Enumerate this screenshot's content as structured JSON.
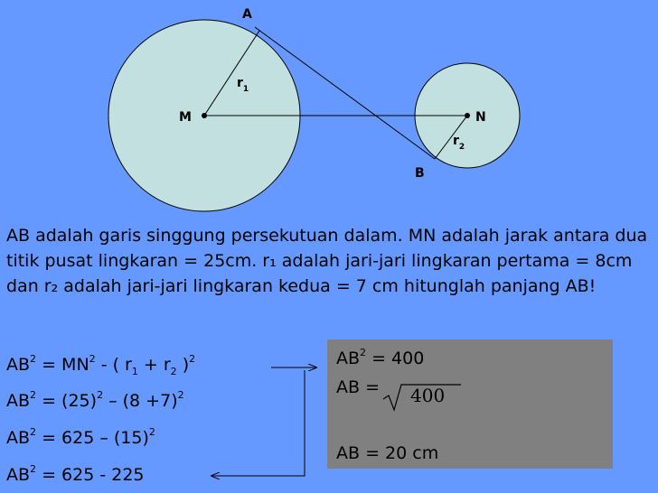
{
  "diagram": {
    "point_a": "A",
    "point_b": "B",
    "point_m": "M",
    "point_n": "N",
    "r1_base": "r",
    "r1_sub": "1",
    "r2_base": "r",
    "r2_sub": "2",
    "circle_fill": "#c2e0e0"
  },
  "problem": {
    "text": "AB adalah garis singgung persekutuan dalam. MN adalah jarak antara dua titik pusat lingkaran = 25cm. r₁ adalah jari-jari lingkaran pertama = 8cm dan r₂ adalah jari-jari lingkaran kedua = 7 cm hitunglah panjang AB!"
  },
  "steps": {
    "s1_lhs": "AB",
    "s1_mid": " = MN",
    "s1_rest": "  - ( r",
    "s1_r1sub": "1",
    "s1_plus": "  +  r",
    "s1_r2sub": "2",
    "s1_close": " )",
    "s2_lhs": "AB",
    "s2_rest": " = (25)",
    "s2_tail": " – (8 +7)",
    "s3_lhs": "AB",
    "s3_rest": " = 625   – (15)",
    "s4_lhs": "AB",
    "s4_rest": " = 625   - 225",
    "sq": "2"
  },
  "result": {
    "line1_lhs": "AB",
    "line1_rest": " =   400",
    "line2": "AB   =",
    "sqrt_value": "400",
    "line3": "AB   =  20 cm",
    "sq": "2"
  }
}
